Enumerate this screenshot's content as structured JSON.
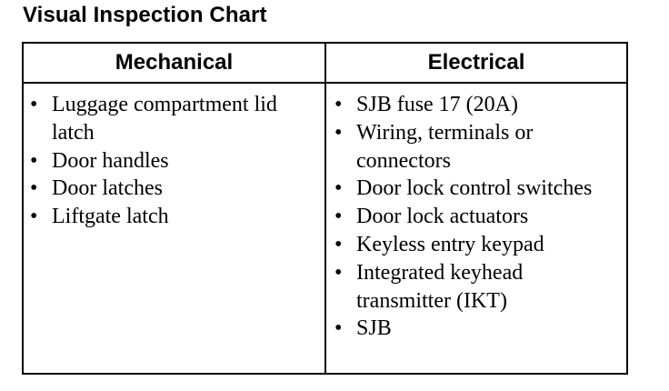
{
  "title": "Visual Inspection Chart",
  "table": {
    "columns": [
      {
        "header": "Mechanical",
        "items": [
          "Luggage compartment lid latch",
          "Door handles",
          "Door latches",
          "Liftgate latch"
        ]
      },
      {
        "header": "Electrical",
        "items": [
          "SJB fuse 17 (20A)",
          "Wiring, terminals or connectors",
          "Door lock control switches",
          "Door lock actuators",
          "Keyless entry keypad",
          "Integrated keyhead transmitter (IKT)",
          "SJB"
        ]
      }
    ]
  }
}
